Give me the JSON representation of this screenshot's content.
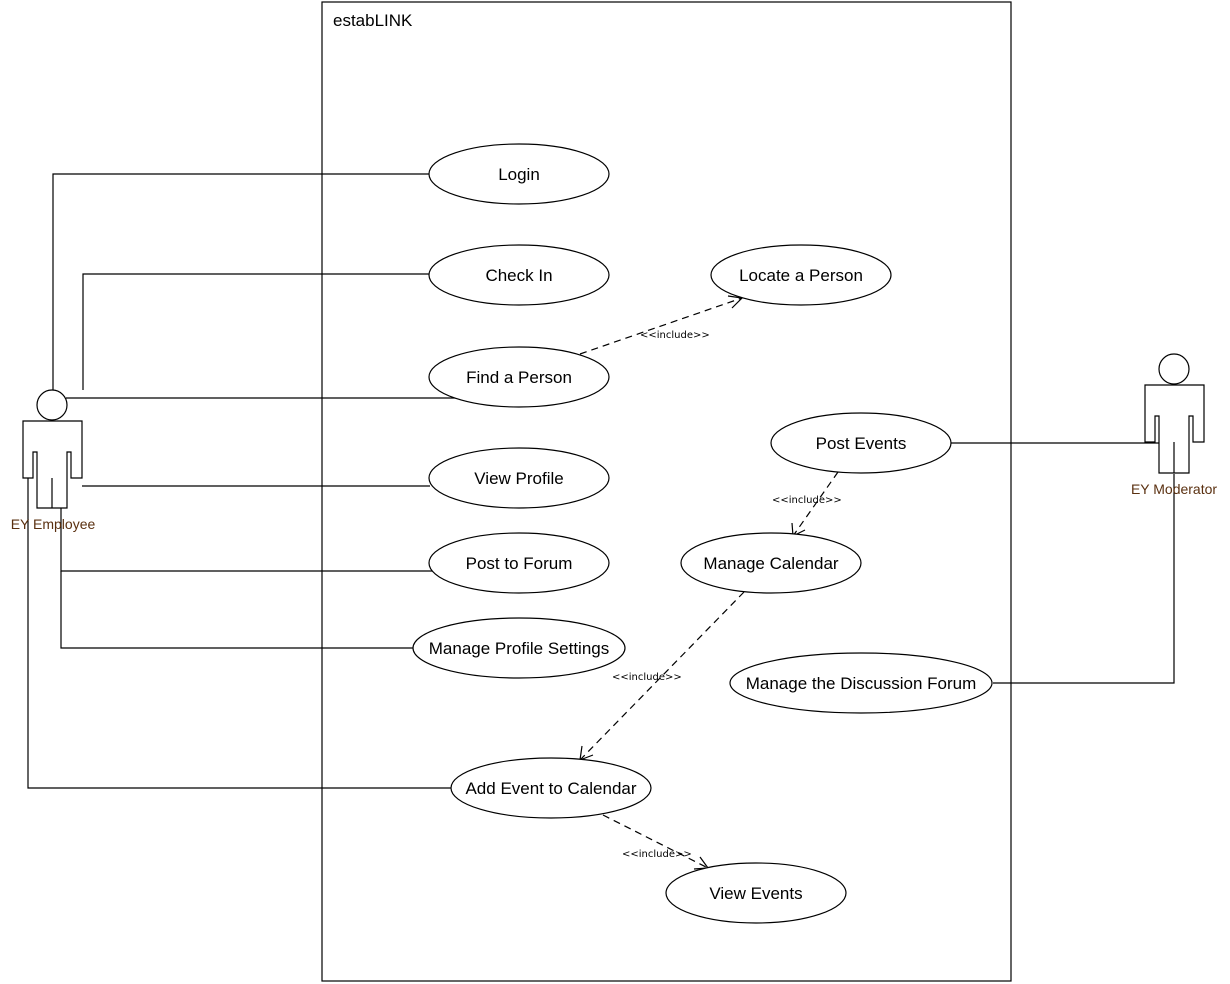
{
  "system": {
    "name": "estabLINK"
  },
  "actors": {
    "employee": {
      "name": "EY Employee"
    },
    "moderator": {
      "name": "EY Moderator"
    }
  },
  "use_cases": {
    "login": "Login",
    "check_in": "Check In",
    "locate_person": "Locate a Person",
    "find_person": "Find a Person",
    "post_events": "Post Events",
    "view_profile": "View Profile",
    "manage_calendar": "Manage Calendar",
    "post_forum": "Post to Forum",
    "manage_profile_settings": "Manage Profile Settings",
    "manage_discussion_forum": "Manage the Discussion Forum",
    "add_event": "Add Event to Calendar",
    "view_events": "View Events"
  },
  "relationships": {
    "include_label": "<<include>>"
  },
  "colors": {
    "actor_label": "#5a3010",
    "stroke": "#000000",
    "background": "#ffffff"
  }
}
